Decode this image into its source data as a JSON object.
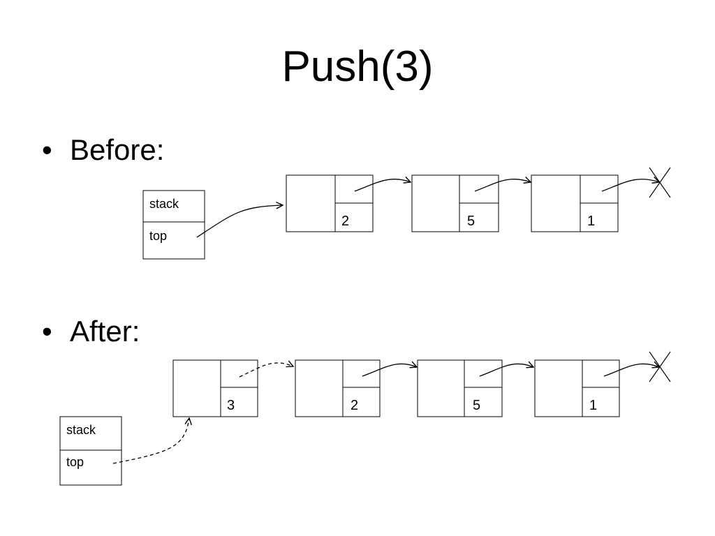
{
  "slide": {
    "title": "Push(3)",
    "bullet_symbol": "•",
    "sections": [
      {
        "label": "Before:",
        "stack": {
          "name_label": "stack",
          "pointer_label": "top"
        },
        "nodes": [
          "2",
          "5",
          "1"
        ],
        "null_marker": "X"
      },
      {
        "label": "After:",
        "stack": {
          "name_label": "stack",
          "pointer_label": "top"
        },
        "nodes": [
          "3",
          "2",
          "5",
          "1"
        ],
        "null_marker": "X"
      }
    ]
  }
}
